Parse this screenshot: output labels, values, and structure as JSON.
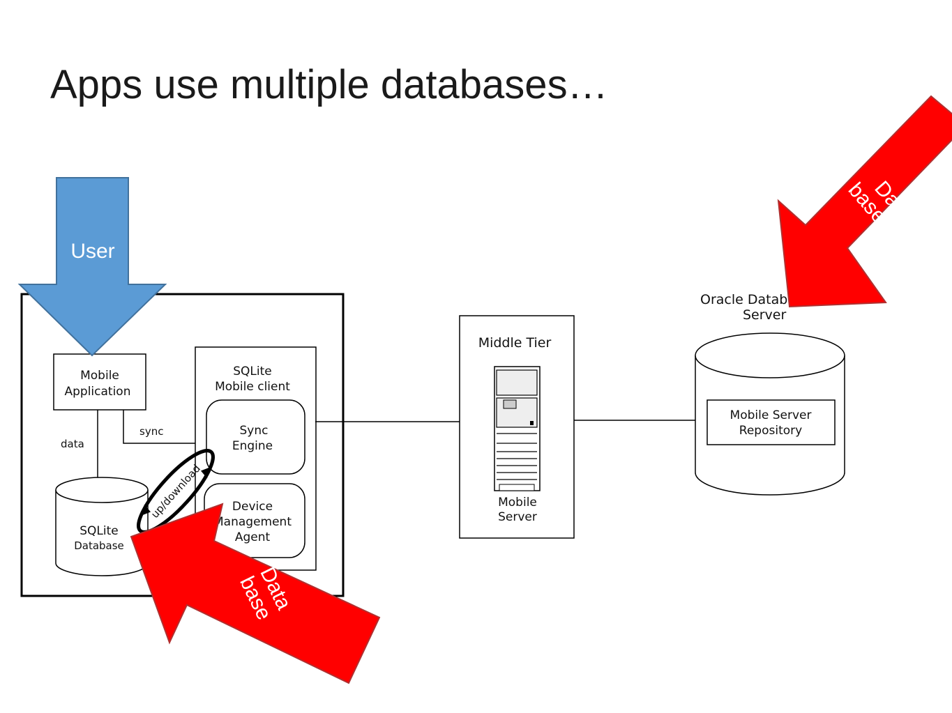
{
  "title": "Apps use multiple databases…",
  "colors": {
    "user_arrow": "#5b9bd5",
    "db_arrow": "#ff0000"
  },
  "arrows": {
    "user": "User",
    "db_top_line1": "Data",
    "db_top_line2": "base",
    "db_bottom_line1": "Data",
    "db_bottom_line2": "base"
  },
  "diagram": {
    "mobile_app_line1": "Mobile",
    "mobile_app_line2": "Application",
    "data_label": "data",
    "sync_label": "sync",
    "sqlite_db_line1": "SQLite",
    "sqlite_db_line2": "Database",
    "updownload": "up/download",
    "sqlite_client_line1": "SQLite",
    "sqlite_client_line2": "Mobile client",
    "sync_engine_line1": "Sync",
    "sync_engine_line2": "Engine",
    "device_agent_line1": "Device",
    "device_agent_line2": "Management",
    "device_agent_line3": "Agent",
    "middle_tier": "Middle Tier",
    "mobile_server_line1": "Mobile",
    "mobile_server_line2": "Server",
    "oracle_line1": "Oracle Database",
    "oracle_line2": "Server",
    "repository_line1": "Mobile Server",
    "repository_line2": "Repository"
  }
}
